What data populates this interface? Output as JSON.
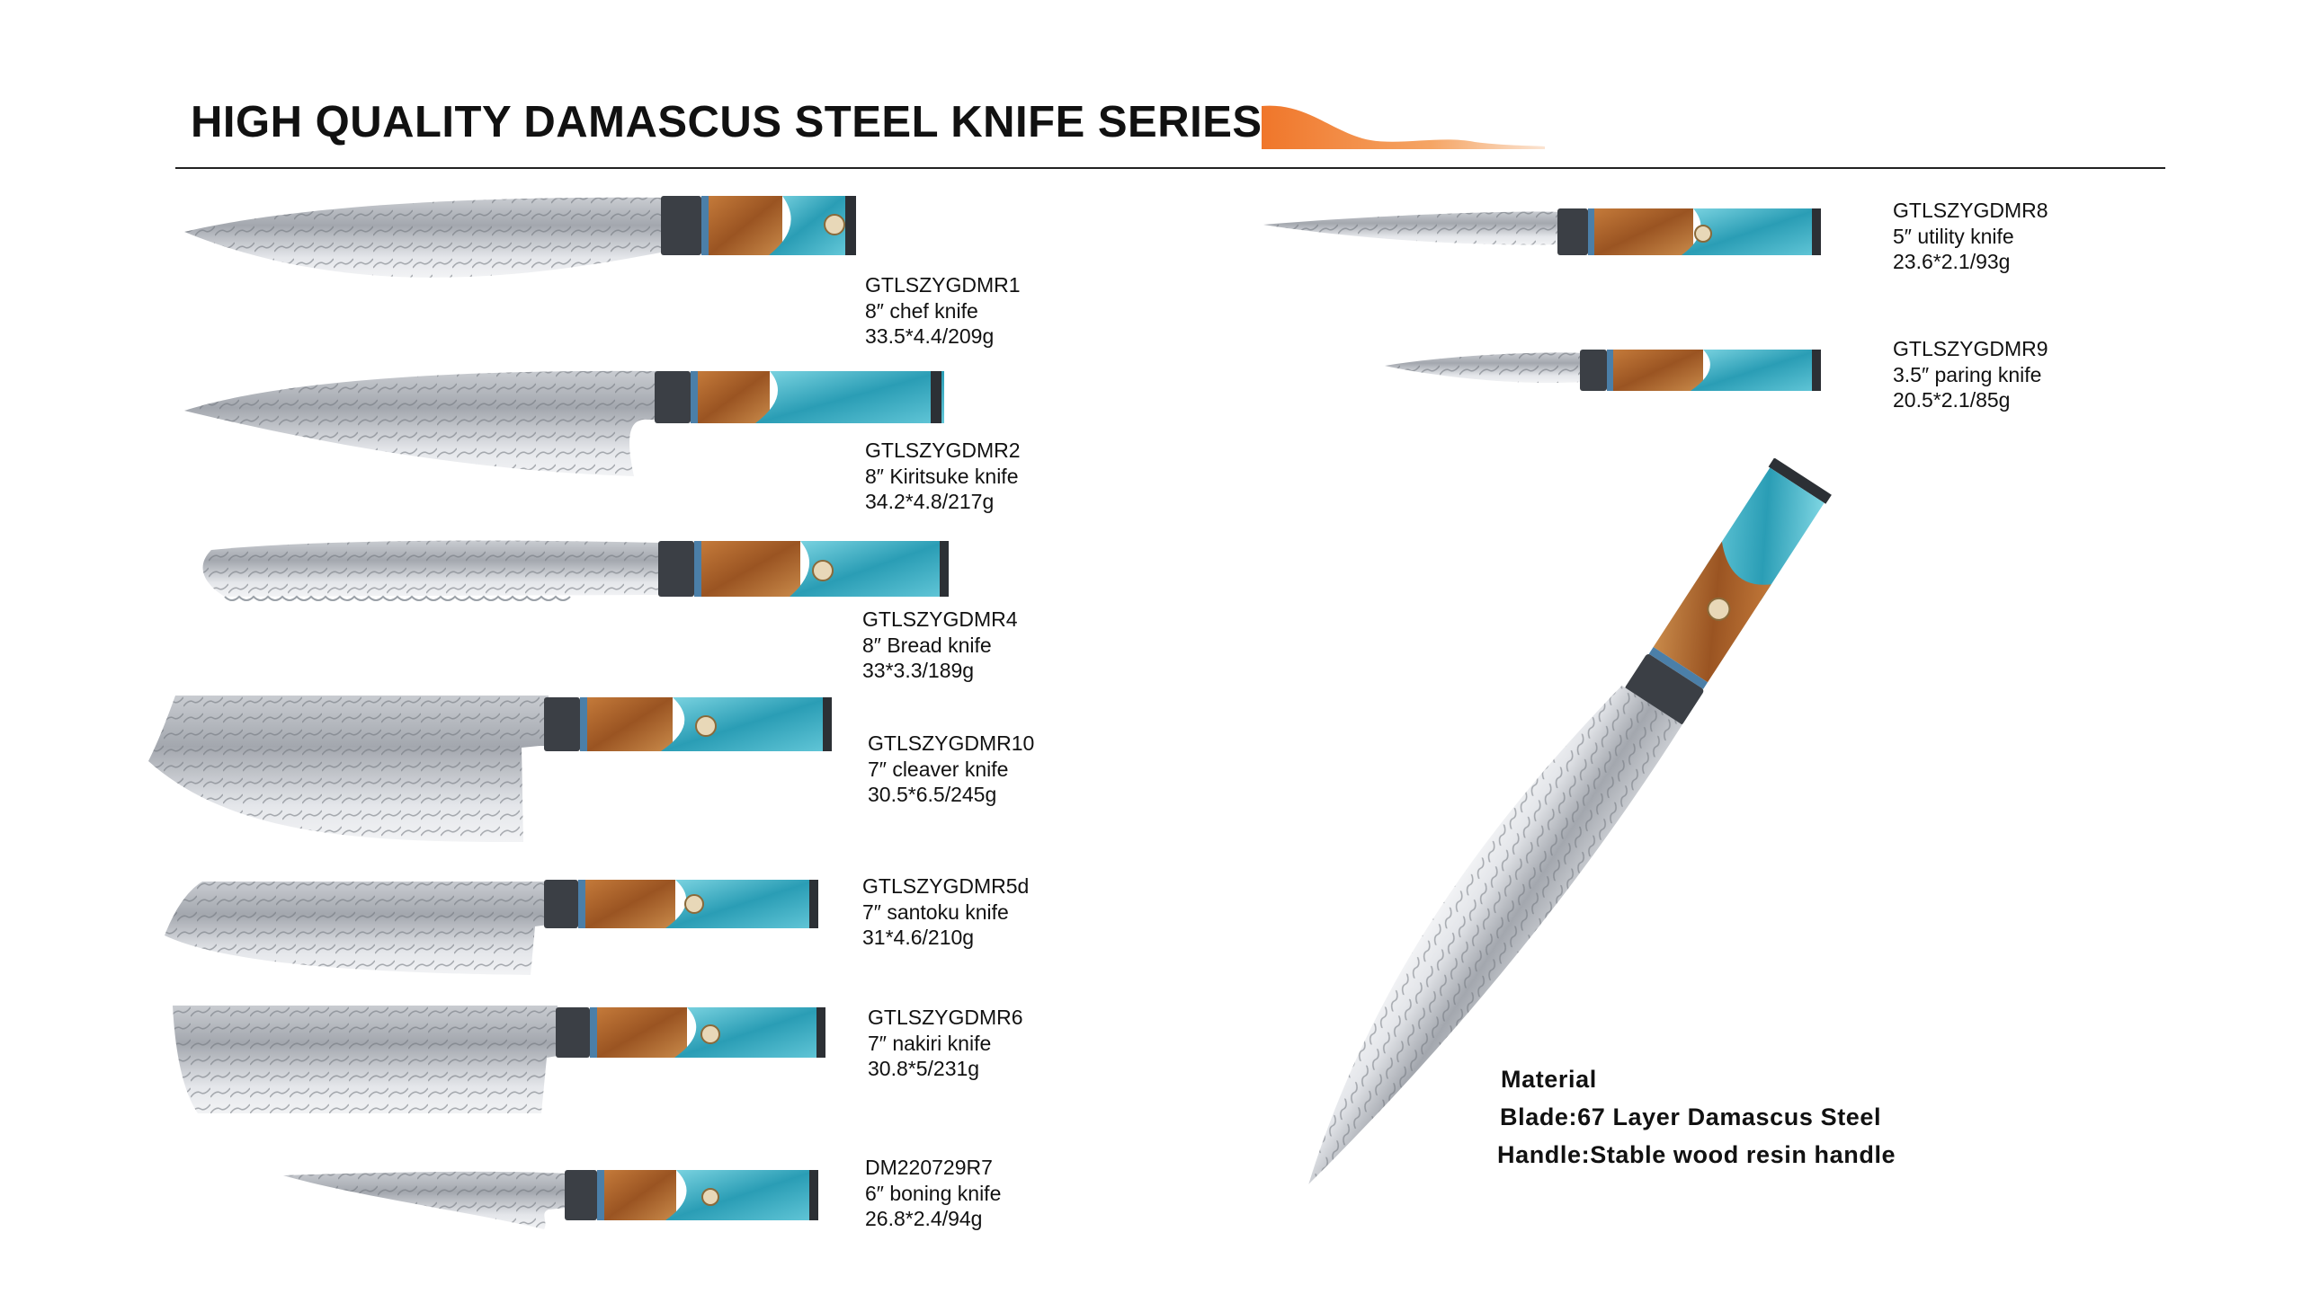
{
  "header": {
    "title": "HIGH QUALITY DAMASCUS STEEL KNIFE SERIES",
    "accent_color": "#f07a2a"
  },
  "colors": {
    "blade_light": "#e6e7ea",
    "blade_dark": "#8b8f96",
    "wood": "#b0652a",
    "resin": "#3fb3c8",
    "bolster": "#3b3f45"
  },
  "knives": [
    {
      "code": "GTLSZYGDMR1",
      "name": "8″ chef knife",
      "spec": "33.5*4.4/209g"
    },
    {
      "code": "GTLSZYGDMR2",
      "name": "8″ Kiritsuke knife",
      "spec": "34.2*4.8/217g"
    },
    {
      "code": "GTLSZYGDMR4",
      "name": "8″ Bread knife",
      "spec": "33*3.3/189g"
    },
    {
      "code": "GTLSZYGDMR10",
      "name": "7″ cleaver knife",
      "spec": "30.5*6.5/245g"
    },
    {
      "code": "GTLSZYGDMR5d",
      "name": "7″ santoku knife",
      "spec": "31*4.6/210g"
    },
    {
      "code": "GTLSZYGDMR6",
      "name": "7″ nakiri knife",
      "spec": "30.8*5/231g"
    },
    {
      "code": "DM220729R7",
      "name": "6″ boning knife",
      "spec": "26.8*2.4/94g"
    },
    {
      "code": "GTLSZYGDMR8",
      "name": "5″ utility knife",
      "spec": "23.6*2.1/93g"
    },
    {
      "code": "GTLSZYGDMR9",
      "name": "3.5″ paring knife",
      "spec": "20.5*2.1/85g"
    }
  ],
  "material": {
    "heading": "Material",
    "blade": "Blade:67 Layer Damascus Steel",
    "handle": "Handle:Stable wood resin handle"
  }
}
